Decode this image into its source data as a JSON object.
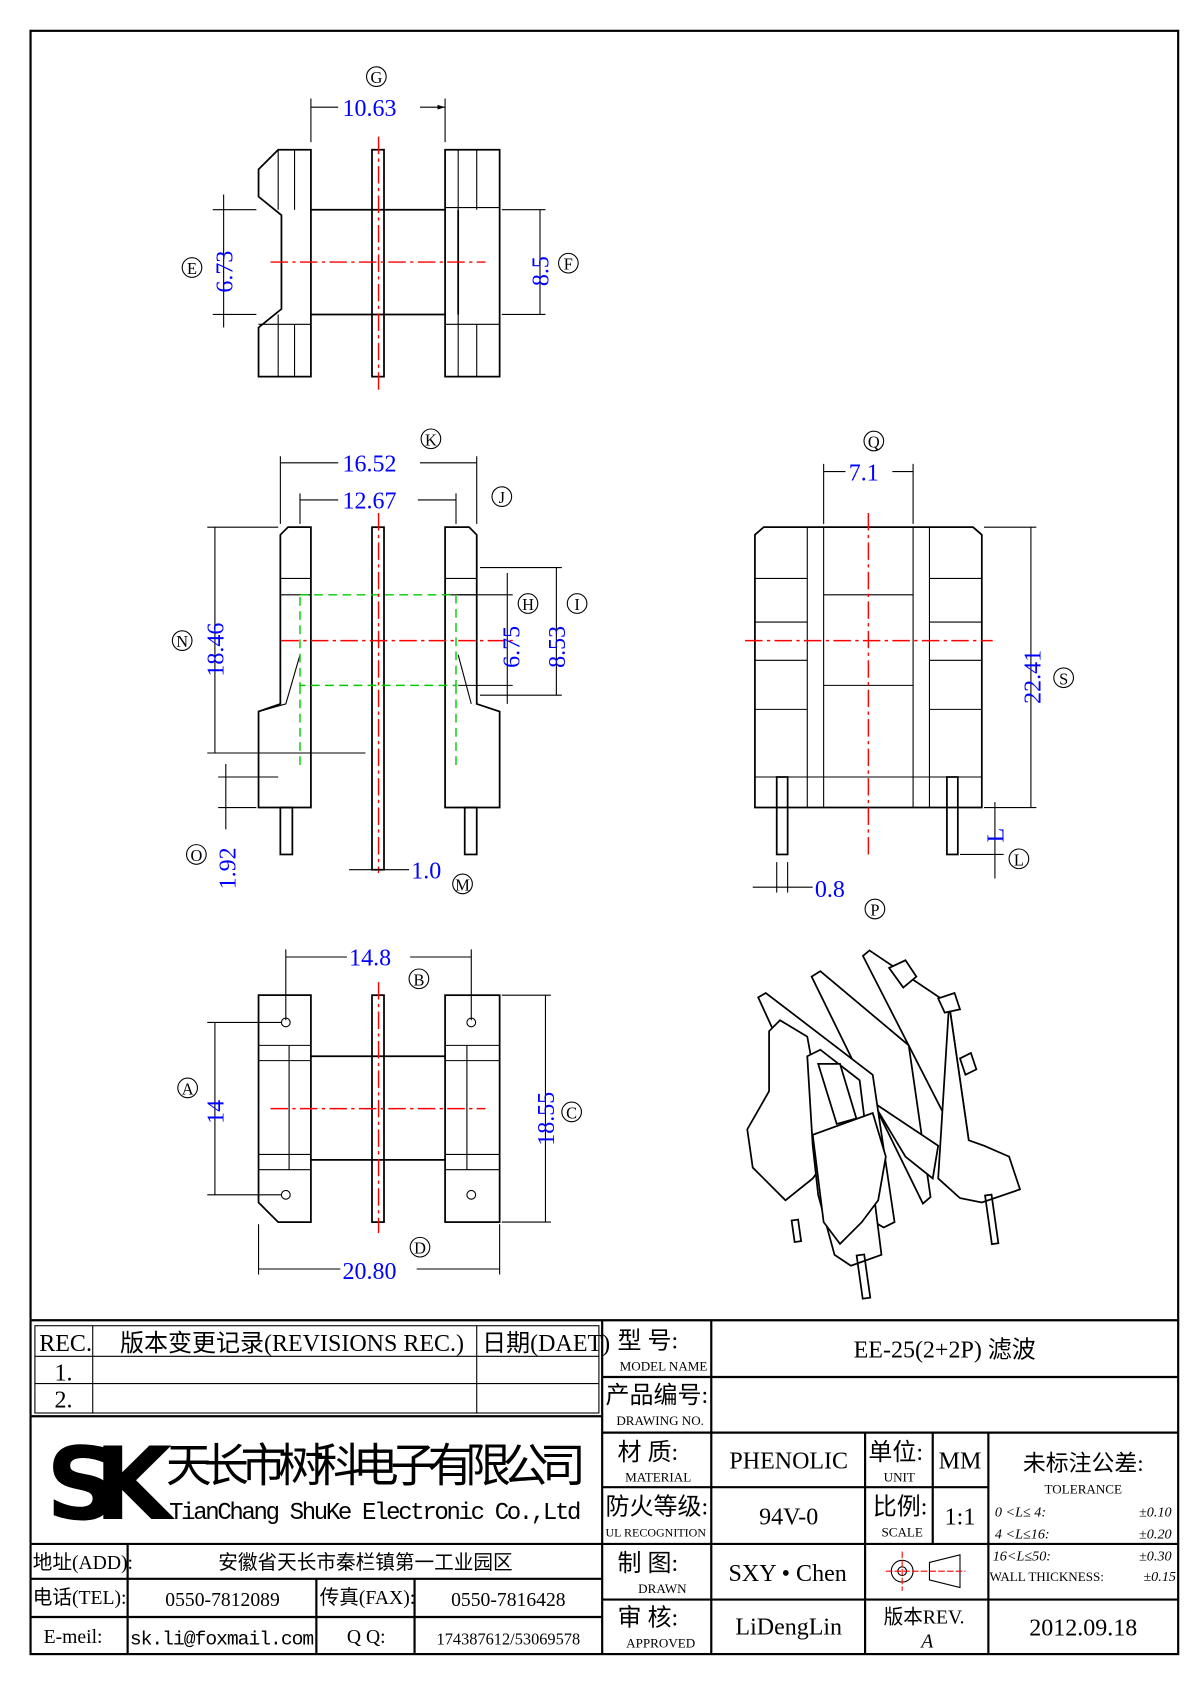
{
  "dimensions": {
    "G": {
      "letter": "G",
      "value": "10.63"
    },
    "E": {
      "letter": "E",
      "value": "6.73"
    },
    "F": {
      "letter": "F",
      "value": "8.5"
    },
    "K": {
      "letter": "K",
      "value": "16.52"
    },
    "J": {
      "letter": "J",
      "value": "12.67"
    },
    "N": {
      "letter": "N",
      "value": "18.46"
    },
    "H": {
      "letter": "H",
      "value": "6.75"
    },
    "I": {
      "letter": "I",
      "value": "8.53"
    },
    "O": {
      "letter": "O",
      "value": "1.92"
    },
    "M": {
      "letter": "M",
      "value": "1.0"
    },
    "Q": {
      "letter": "Q",
      "value": "7.1"
    },
    "S": {
      "letter": "S",
      "value": "22.41"
    },
    "L": {
      "letter": "L",
      "value": "L"
    },
    "P": {
      "letter": "P",
      "value": "0.8"
    },
    "B": {
      "letter": "B",
      "value": "14.8"
    },
    "A": {
      "letter": "A",
      "value": "14"
    },
    "C": {
      "letter": "C",
      "value": "18.55"
    },
    "D": {
      "letter": "D",
      "value": "20.80"
    }
  },
  "colors": {
    "dimension": "#0000ff",
    "centerline": "#ff0000",
    "hidden": "#00cc00"
  },
  "revisions": {
    "col_rec": "REC.",
    "col_desc": "版本变更记录(REVISIONS REC.)",
    "col_date": "日期(DAET)",
    "rows": [
      {
        "rec": "1.",
        "desc": "",
        "date": ""
      },
      {
        "rec": "2.",
        "desc": "",
        "date": ""
      }
    ]
  },
  "company": {
    "logo": "SK",
    "name_cn": "天长市树科电子有限公司",
    "name_en": "TianChang ShuKe Electronic Co.,Ltd",
    "address_label": "地址(ADD):",
    "address": "安徽省天长市秦栏镇第一工业园区",
    "tel_label": "电话(TEL):",
    "tel": "0550-7812089",
    "fax_label": "传真(FAX):",
    "fax": "0550-7816428",
    "email_label": "E-meil:",
    "email": "sk.li@foxmail.com",
    "qq_label": "Q Q:",
    "qq": "174387612/53069578"
  },
  "title_block": {
    "model_label_cn": "型  号:",
    "model_label_en": "MODEL NAME",
    "model": "EE-25(2+2P) 滤波",
    "drawing_label_cn": "产品编号:",
    "drawing_label_en": "DRAWING NO.",
    "drawing_no": "",
    "material_label_cn": "材  质:",
    "material_label_en": "MATERIAL",
    "material": "PHENOLIC",
    "unit_label_cn": "单位:",
    "unit_label_en": "UNIT",
    "unit": "MM",
    "ul_label_cn": "防火等级:",
    "ul_label_en": "UL RECOGNITION",
    "ul": "94V-0",
    "scale_label_cn": "比例:",
    "scale_label_en": "SCALE",
    "scale": "1:1",
    "drawn_label_cn": "制  图:",
    "drawn_label_en": "DRAWN",
    "drawn": "SXY • Chen",
    "approved_label_cn": "审  核:",
    "approved_label_en": "APPROVED",
    "approved": "LiDengLin",
    "rev_label": "版本REV.",
    "rev": "A",
    "date": "2012.09.18",
    "projection_icon": "first-angle-projection-icon",
    "tolerance": {
      "title_cn": "未标注公差:",
      "title_en": "TOLERANCE",
      "rows": [
        {
          "range": "0 <L≤ 4:",
          "value": "±0.10"
        },
        {
          "range": "4 <L≤16:",
          "value": "±0.20"
        },
        {
          "range": "16<L≤50:",
          "value": "±0.30"
        },
        {
          "range": "WALL THICKNESS:",
          "value": "±0.15"
        }
      ]
    }
  }
}
